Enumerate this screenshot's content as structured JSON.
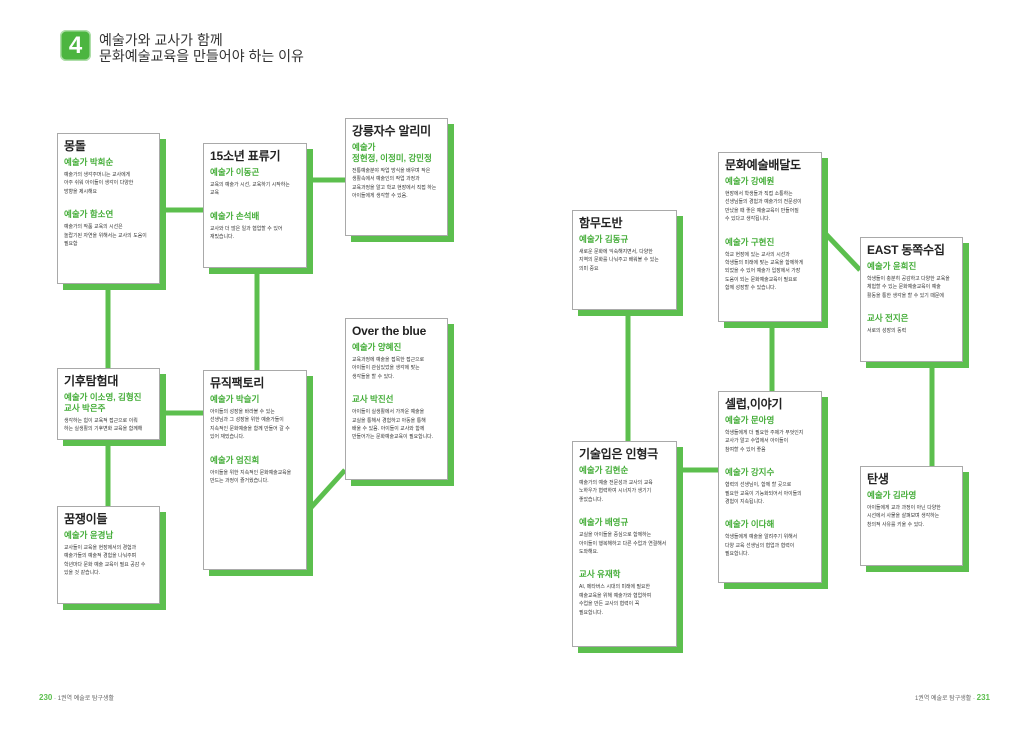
{
  "header": {
    "number": "4",
    "title_line1": "예술가와 교사가 함께",
    "title_line2": "문화예술교육을 만들어야 하는 이유"
  },
  "colors": {
    "accent": "#5cbf4e",
    "name_text": "#44ad38",
    "badge": "#4cb540"
  },
  "cards": [
    {
      "title": "몽돌",
      "sections": [
        {
          "name": "예술가 박희순",
          "text": "예술가의 생각주머니는 교사에게\n아주 쉬워 아이들이 생각이 다양한\n방향을 제시해요"
        },
        {
          "name": "예술가 함소연",
          "text": "예술가의 작품 교육의 시선은\n놀랍기된 자연을 위해서는 교사의 도움이\n필요함"
        }
      ]
    },
    {
      "title": "15소년 표류기",
      "sections": [
        {
          "name": "예술가 이동곤",
          "text": "교육의 예술가 시선, 교육하기 시작하는\n교육"
        },
        {
          "name": "예술가 손석배",
          "text": "교사와 더 많은 일과 협업할 수 있어\n재밌습니다."
        }
      ]
    },
    {
      "title": "강릉자수 알리미",
      "sections": [
        {
          "name": "예술가\n정현정, 이정미, 강민정",
          "text": "전통예술분야 작업 방식을 배우며 작은\n생활속에서 예술인의 작업 과정과\n교육과정을 알고 학교 현장에서 직접 하는\n아이들에게 생각할 수 있음."
        }
      ]
    },
    {
      "title": "기후탐험대",
      "sections": [
        {
          "name": "예술가 이소영, 김형진\n교사 박은주",
          "text": "생각하는 힘이 교육적 접근으로 이뤄\n하는 실생활의 기후변화 교육을 함께해"
        }
      ]
    },
    {
      "title": "뮤직팩토리",
      "sections": [
        {
          "name": "예술가 박슬기",
          "text": "아이들의 성장을 바라볼 수 있는\n선생님과 그 성장을 위한 예술가들이\n지속적인 문화예술을 함께 만들어 갈 수\n있어 재밌습니다."
        },
        {
          "name": "예술가 엄진희",
          "text": "아이들을 위한 지속적인 문화예술교육을\n만드는 과정이 즐거웠습니다."
        }
      ]
    },
    {
      "title": "Over the blue",
      "sections": [
        {
          "name": "예술가 양혜진",
          "text": "교육과정에 예술을 접목한 접근으로\n아이들이 관심있었을 생각에 맞는\n생각들을 할 수 있다."
        },
        {
          "name": "교사 박진선",
          "text": "아이들이 실생활에서 가까운 예술을\n교실을 통해서 경험하고 아동을 통해\n배울 수 있음. 아이들이 교사와 함께\n만들어가는 문화예술교육이 필요합니다."
        }
      ]
    },
    {
      "title": "꿈쟁이들",
      "sections": [
        {
          "name": "예술가 윤경남",
          "text": "교사들이 교육을 현장에서의 경험과\n예술가들의 예술적 경험을 나눠주며\n학년마다 문화 예술 교육이 필요 공감 수\n있을 것 같습니다."
        }
      ]
    },
    {
      "title": "함무도반",
      "sections": [
        {
          "name": "예술가 김동규",
          "text": "새로운 문화에 익숙해지면서, 다양한\n지역의 문화를 나눠주고 배워볼 수 있는\n의미 중요"
        }
      ]
    },
    {
      "title": "문화예술배달도",
      "sections": [
        {
          "name": "예술가 강예원",
          "text": "현장에서 학생들과 직접 소통하는\n선생님들의 경험과 예술가의 전문성이\n만났을 때 좋은 예술교육이 만들어질\n수 있다고 생각됩니다."
        },
        {
          "name": "예술가 구현진",
          "text": "학교 현장에 있는 교사의 시선과\n학생들의 미래에 맞는 교육을 함께하게\n되었을 수 있어 예술가 입장에서 가장\n도움이 되는 문화예술교육이 필요로\n함께 성장할 수 있습니다."
        }
      ]
    },
    {
      "title": "EAST 동쪽수집",
      "sections": [
        {
          "name": "예술가 윤희진",
          "text": "학생들이 충분히 공감하고 다양한 교육을\n체험할 수 있는 문화예술교육이 예술\n활동을 통한 생각을 할 수 있기 때문에"
        },
        {
          "name": "교사 전지은",
          "text": "서로의 성장의 동력"
        }
      ]
    },
    {
      "title": "기술입은 인형극",
      "sections": [
        {
          "name": "예술가 김현순",
          "text": "예술가의 예술 전문성과 교사의 교육\n노하우가 협력하여 시너지가 생기기\n좋았습니다."
        },
        {
          "name": "예술가 배영규",
          "text": "교실을 아이들을 중심으로 함께하는\n아이들이 행복해하고 다른 수업과 연결해서\n도와해요."
        },
        {
          "name": "교사 유재학",
          "text": "AI, 메타버스 시대의 미래에 필요한\n예술교육을 위해 예술가와 협업하여\n수업을 만든 교사의 협력이 꼭\n필요합니다."
        }
      ]
    },
    {
      "title": "셀럽,이야기",
      "sections": [
        {
          "name": "예술가 문아영",
          "text": "학생들에게 더 필요한 주제가 무엇인지\n교사가 알고 수업에서 아이들이\n참여할 수 있어 좋음"
        },
        {
          "name": "예술가 강지수",
          "text": "협력의 선생님이, 함께 할 곳으로\n필요한 교육이 기능화되어서 아이들의\n경험이 지속됩니다."
        },
        {
          "name": "예술가 이다해",
          "text": "학생들에게 예술을 알려주기 위해서\n다양 교육 선생님의 협업과 협력이\n필요합니다."
        }
      ]
    },
    {
      "title": "탄생",
      "sections": [
        {
          "name": "예술가 김라영",
          "text": "아이들에게 교과 과정이 아닌 다양한\n시선에서 사물을 살펴보며 생각하는\n창의적 사유를 키울 수 있다."
        }
      ]
    }
  ],
  "footer": {
    "left_page_number": "230",
    "left_running_title": "· 1권역 예술로 탐구생활",
    "right_running_title": "1권역 예술로 탐구생활 ·",
    "right_page_number": "231"
  }
}
